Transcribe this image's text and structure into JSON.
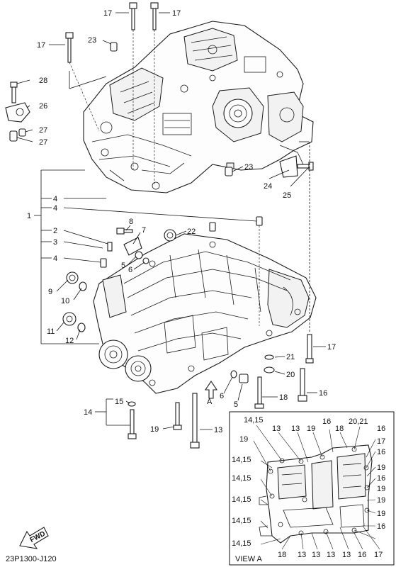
{
  "diagram": {
    "code": "23P1300-J120",
    "fwd_label": "FWD",
    "view_a_label": "VIEW A",
    "arrow_a_label": "A",
    "callouts": {
      "c17a": "17",
      "c17b": "17",
      "c17c": "17",
      "c17d": "17",
      "c23a": "23",
      "c23b": "23",
      "c28": "28",
      "c26": "26",
      "c27a": "27",
      "c27b": "27",
      "c24": "24",
      "c25": "25",
      "c1": "1",
      "c4a": "4",
      "c4b": "4",
      "c2": "2",
      "c3": "3",
      "c4c": "4",
      "c8": "8",
      "c7": "7",
      "c22": "22",
      "c5a": "5",
      "c6a": "6",
      "c9": "9",
      "c10": "10",
      "c11": "11",
      "c12": "12",
      "c21": "21",
      "c20": "20",
      "c16a": "16",
      "c18": "18",
      "c6b": "6",
      "c5b": "5",
      "c15": "15",
      "c14": "14",
      "c19": "19",
      "c13": "13"
    },
    "view_a_callouts": {
      "t1": "14,15",
      "t2": "13",
      "t3": "13",
      "t4": "19",
      "t5": "16",
      "t6": "18",
      "t7": "20,21",
      "t8": "16",
      "r1": "17",
      "r2": "16",
      "r3": "16",
      "r4": "19",
      "r5": "19",
      "r6": "19",
      "r7": "16",
      "r8": "19",
      "l1": "19",
      "l2": "14,15",
      "l3": "14,15",
      "l4": "14,15",
      "l5": "14,15",
      "b1": "14,15",
      "b2": "18",
      "b3": "13",
      "b4": "13",
      "b5": "13",
      "b6": "13",
      "b7": "16",
      "b8": "17"
    }
  }
}
